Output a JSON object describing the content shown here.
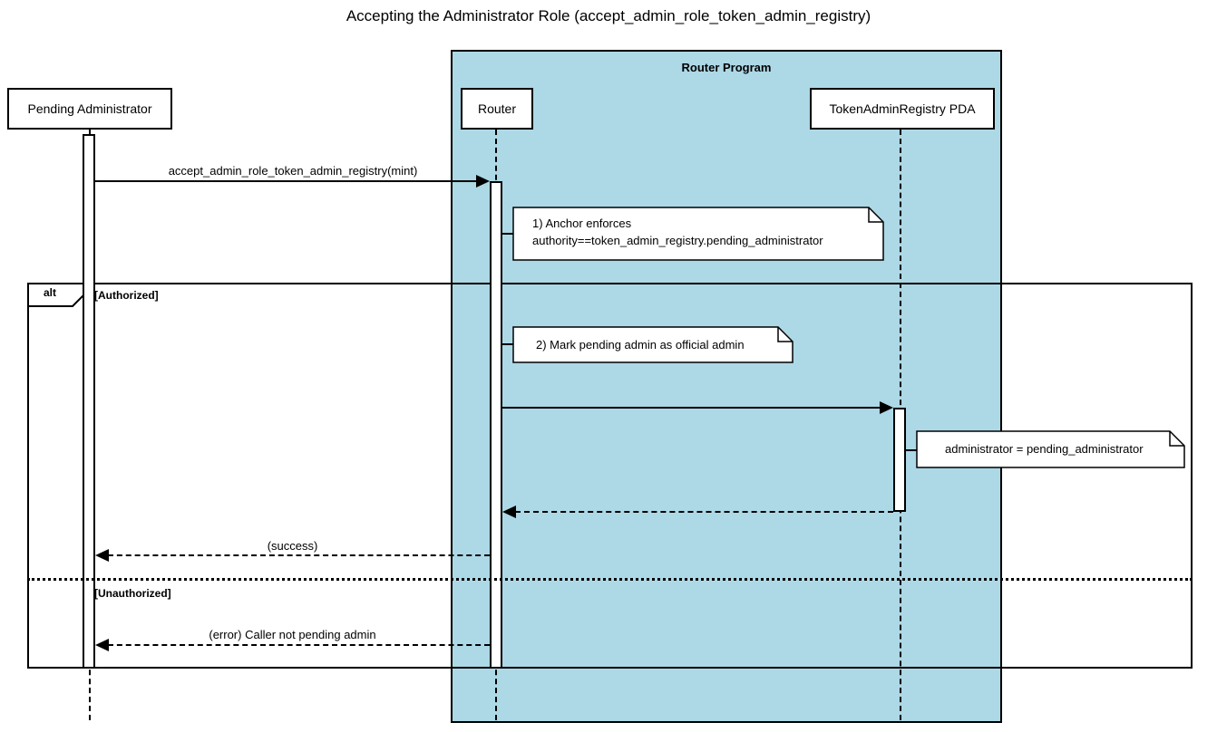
{
  "title": "Accepting the Administrator Role (accept_admin_role_token_admin_registry)",
  "program_frame": {
    "label": "Router Program"
  },
  "participants": [
    {
      "label": "Pending Administrator"
    },
    {
      "label": "Router"
    },
    {
      "label": "TokenAdminRegistry PDA"
    }
  ],
  "messages": [
    {
      "label": "accept_admin_role_token_admin_registry(mint)",
      "from": "Pending Administrator",
      "to": "Router",
      "style": "solid"
    },
    {
      "label": "",
      "from": "Router",
      "to": "TokenAdminRegistry PDA",
      "style": "solid"
    },
    {
      "label": "",
      "from": "TokenAdminRegistry PDA",
      "to": "Router",
      "style": "dashed-return"
    },
    {
      "label": "(success)",
      "from": "Router",
      "to": "Pending Administrator",
      "style": "dashed-return"
    },
    {
      "label": "(error) Caller not pending admin",
      "from": "Router",
      "to": "Pending Administrator",
      "style": "dashed-return"
    }
  ],
  "notes": [
    {
      "line1": "1) Anchor enforces",
      "line2": "authority==token_admin_registry.pending_administrator"
    },
    {
      "line1": "2) Mark pending admin as official admin"
    },
    {
      "line1": "administrator = pending_administrator"
    }
  ],
  "alt_fragment": {
    "operator": "alt",
    "condition_authorized": "[Authorized]",
    "condition_unauthorized": "[Unauthorized]"
  },
  "colors": {
    "program_background": "#ADD8E6",
    "line": "#000000",
    "participant_background": "#FFFFFF",
    "note_background": "#FFFFFF"
  }
}
